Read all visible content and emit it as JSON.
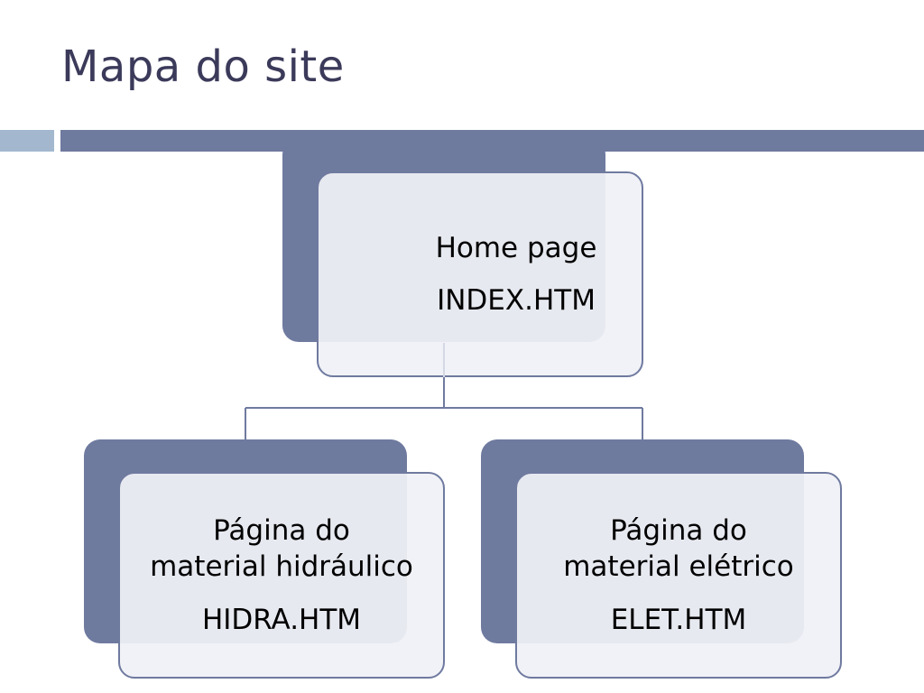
{
  "slide": {
    "title": "Mapa do site"
  },
  "colors": {
    "accent": "#6f7a9f",
    "accent_light": "#a3b8cf",
    "title_text": "#3b3a5a",
    "box_fill": "#f0f1f6"
  },
  "diagram": {
    "root": {
      "label": "Home page",
      "file": "INDEX.HTM"
    },
    "children": [
      {
        "label_line1": "Página do",
        "label_line2": "material hidráulico",
        "file": "HIDRA.HTM"
      },
      {
        "label_line1": "Página do",
        "label_line2": "material elétrico",
        "file": "ELET.HTM"
      }
    ]
  }
}
